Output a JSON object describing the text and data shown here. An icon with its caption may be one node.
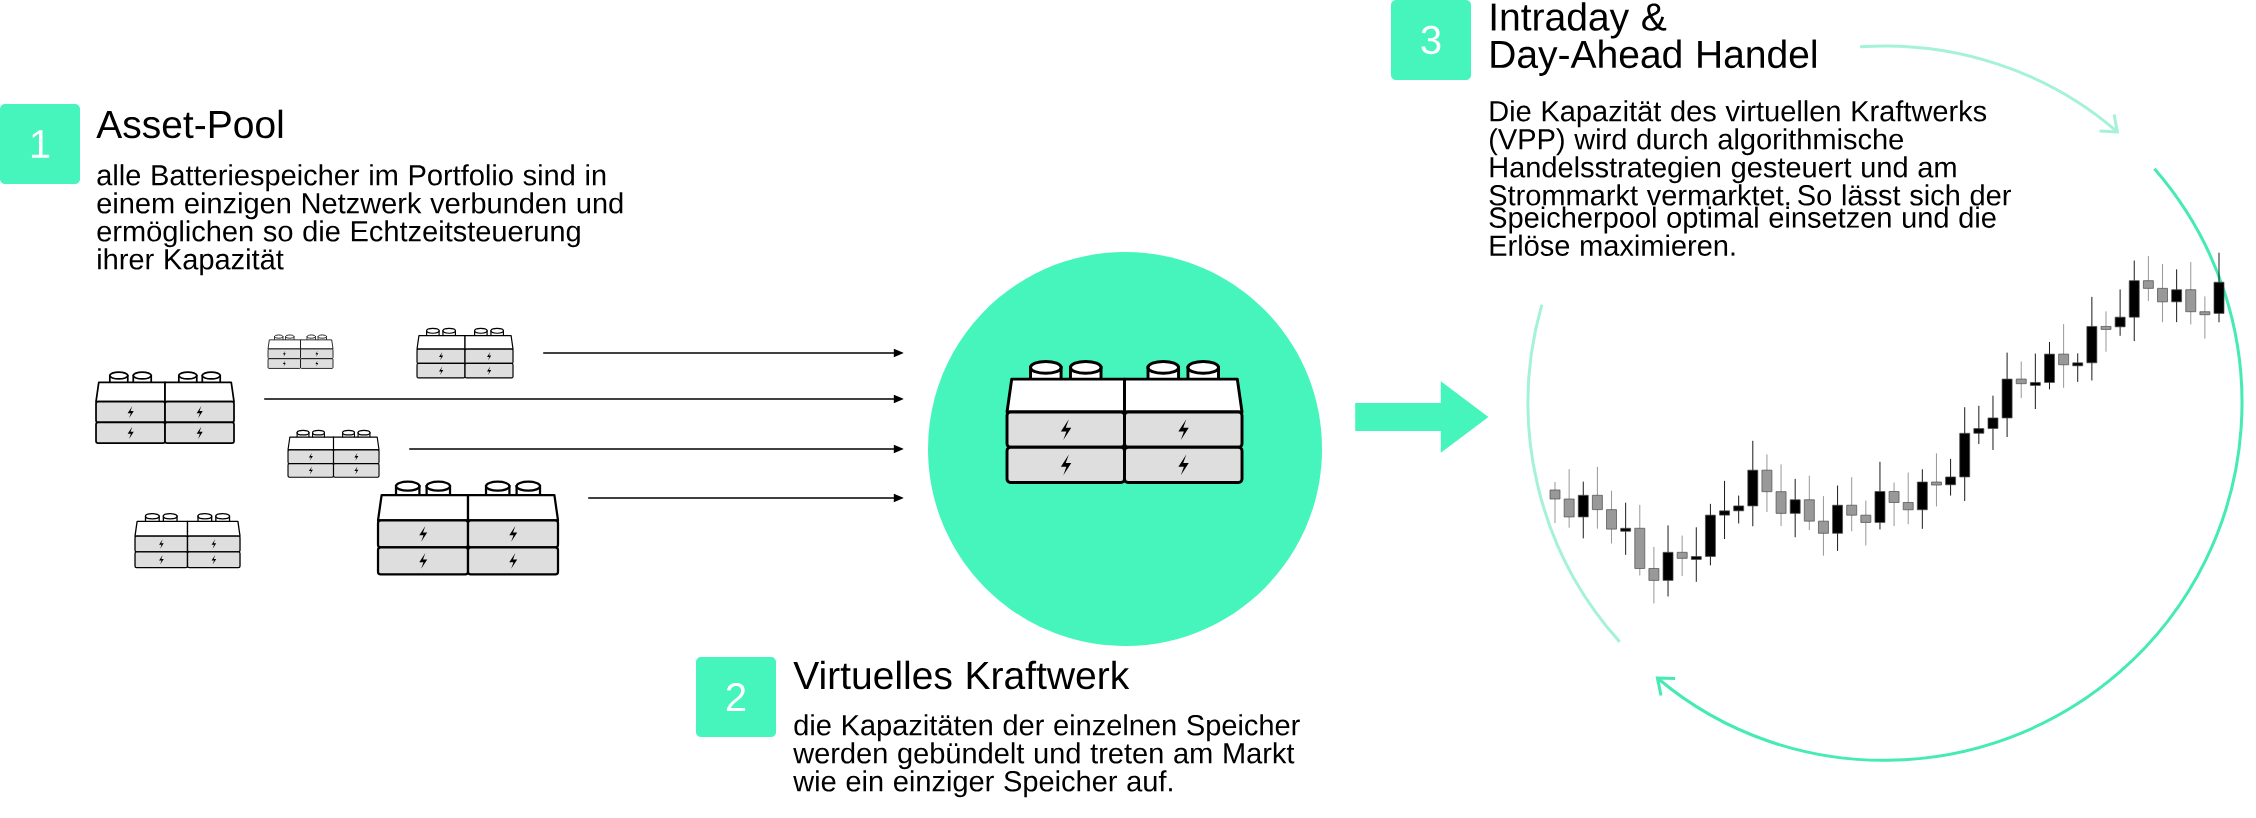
{
  "diagram": {
    "nodes": [
      {
        "text": [
          "1"
        ],
        "beside": [
          "Asset-Pool",
          "alle Batteriespeicher im Portfolio sind in einem einzigen Netzwerk verbunden und ermöglichen so die Echtzeitsteuerung ihrer Kapazität"
        ]
      },
      {
        "text": [],
        "shape": "battery"
      },
      {
        "text": [],
        "shape": "battery"
      },
      {
        "text": [],
        "shape": "battery"
      },
      {
        "text": [],
        "shape": "battery"
      },
      {
        "text": [],
        "shape": "battery"
      },
      {
        "text": [],
        "shape": "battery"
      },
      {
        "text": [],
        "shape": "circle"
      },
      {
        "text": [],
        "shape": "battery",
        "in": 7
      },
      {
        "text": [
          "2"
        ],
        "beside": [
          "Virtuelles Kraftwerk",
          "die Kapazitäten der einzelnen Speicher werden gebündelt und treten am Markt wie ein einziger Speicher auf."
        ]
      },
      {
        "text": [
          "3"
        ],
        "beside": [
          "Intraday & Day-Ahead Handel"
        ]
      },
      {
        "text": [],
        "shape": "chart"
      }
    ],
    "edges": [
      {
        "from": 6,
        "to": 7,
        "arrow": "to"
      },
      {
        "from": 1,
        "to": 7,
        "arrow": "to"
      },
      {
        "from": 4,
        "to": 7,
        "arrow": "to"
      },
      {
        "from": 5,
        "to": 7,
        "arrow": "to"
      },
      {
        "from": 7,
        "to": 11,
        "arrow": "to",
        "style": "thick",
        "color": "#45f5bb"
      }
    ],
    "labels": [
      "Die Kapazität des virtuellen Kraftwerks (VPP) wird durch algorithmische Handelsstrategien gesteuert und am Strommarkt vermarktet. So lässt sich der Speicherpool optimal einsetzen und die Erlöse maximieren."
    ]
  }
}
